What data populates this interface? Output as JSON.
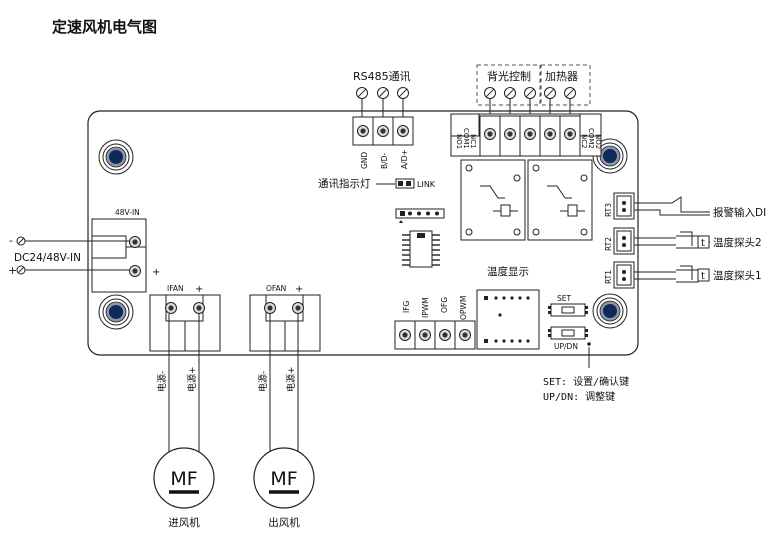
{
  "title": "定速风机电气图",
  "board": {
    "rs485_label": "RS485通讯",
    "rs485_pins": [
      "GND",
      "B/D-",
      "A/D+"
    ],
    "backlight_label": "背光控制",
    "heater_label": "加热器",
    "relay_pins": [
      "NO1",
      "COM1",
      "NC1",
      "NC2",
      "COM2",
      "NO2"
    ],
    "link_indicator_label": "通讯指示灯",
    "link_label": "LINK",
    "power_in_label": "48V-IN",
    "power_supply_label": "DC24/48V-IN",
    "minus_sign": "-",
    "plus_sign": "+",
    "ifan_label": "IFAN",
    "ofan_label": "OFAN",
    "signal_pins": [
      "IFG",
      "IPWM",
      "OFG",
      "OPWM"
    ],
    "temp_display_label": "温度显示",
    "set_button_label": "SET",
    "updn_button_label": "UP/DN",
    "rt_labels": [
      "RT3",
      "RT2",
      "RT1"
    ]
  },
  "annotations": {
    "alarm_input": "报警输入DI",
    "temp_probe_2": "温度探头2",
    "temp_probe_1": "温度探头1",
    "probe_symbol": "t",
    "set_note": "SET: 设置/确认键",
    "updn_note": "UP/DN: 调整键"
  },
  "fans": [
    {
      "wire_minus": "电源-",
      "wire_plus": "电源+",
      "symbol": "MF",
      "name": "进风机"
    },
    {
      "wire_minus": "电源-",
      "wire_plus": "电源+",
      "symbol": "MF",
      "name": "出风机"
    }
  ]
}
